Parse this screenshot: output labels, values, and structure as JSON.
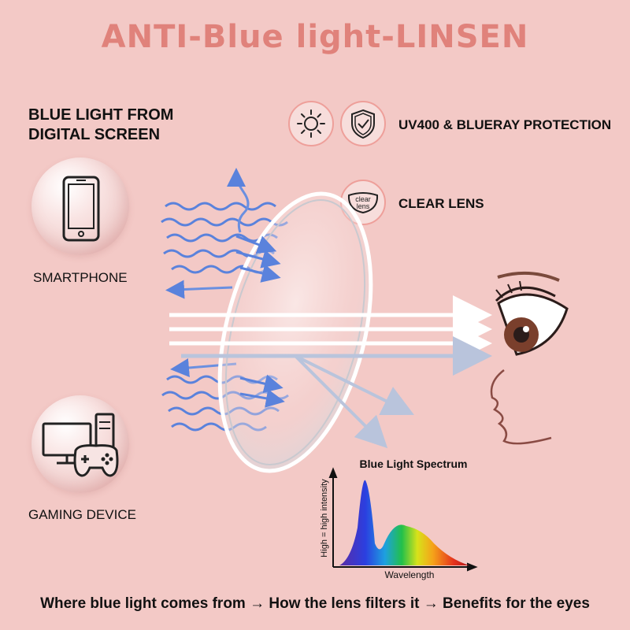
{
  "title": "ANTI-Blue light-LINSEN",
  "left_panel": {
    "heading_line1": "BLUE LIGHT FROM",
    "heading_line2": "DIGITAL SCREEN",
    "device1_label": "SMARTPHONE",
    "device2_label": "GAMING DEVICE"
  },
  "features": {
    "protection_label": "UV400 & BLUERAY PROTECTION",
    "clear_lens_label": "CLEAR LENS",
    "clear_lens_icon_line1": "clear",
    "clear_lens_icon_line2": "lens"
  },
  "spectrum": {
    "title": "Blue Light Spectrum",
    "y_label": "High = high intensity",
    "x_label": "Wavelength"
  },
  "footer": "Where blue light comes from → How the lens filters it → Benefits for the eyes",
  "colors": {
    "background": "#f3c9c6",
    "title": "#e0827b",
    "blue_wave": "#4a74d6",
    "badge_border": "#ee9f9a"
  }
}
